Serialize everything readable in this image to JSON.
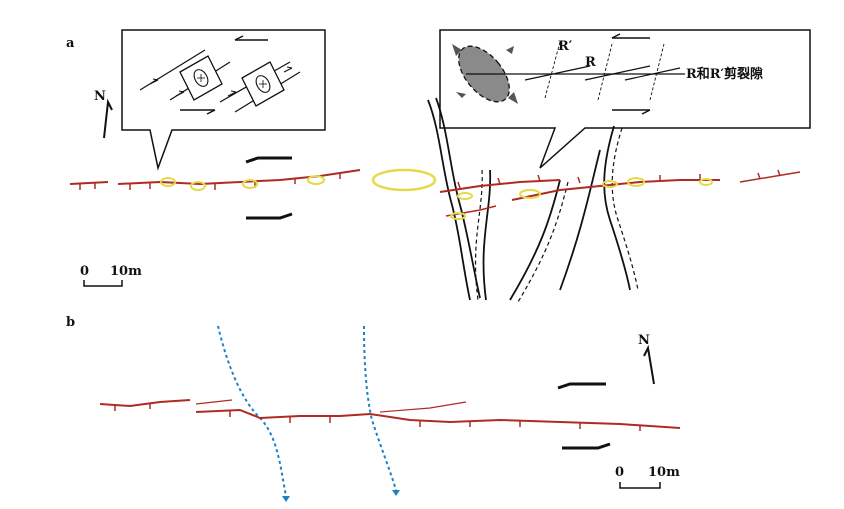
{
  "panels": {
    "a": {
      "label": "a"
    },
    "b": {
      "label": "b"
    }
  },
  "labels": {
    "north": "N",
    "scale_zero": "0",
    "scale_ten": "10m",
    "r_prime": "R′",
    "r": "R",
    "shear_fracture": "R和R′剪裂隙"
  },
  "colors": {
    "fault": "#b02a24",
    "lens": "#e5d84a",
    "stream": "#1f7fc4",
    "ink": "#111111",
    "ellipse_fill": "#888888"
  }
}
